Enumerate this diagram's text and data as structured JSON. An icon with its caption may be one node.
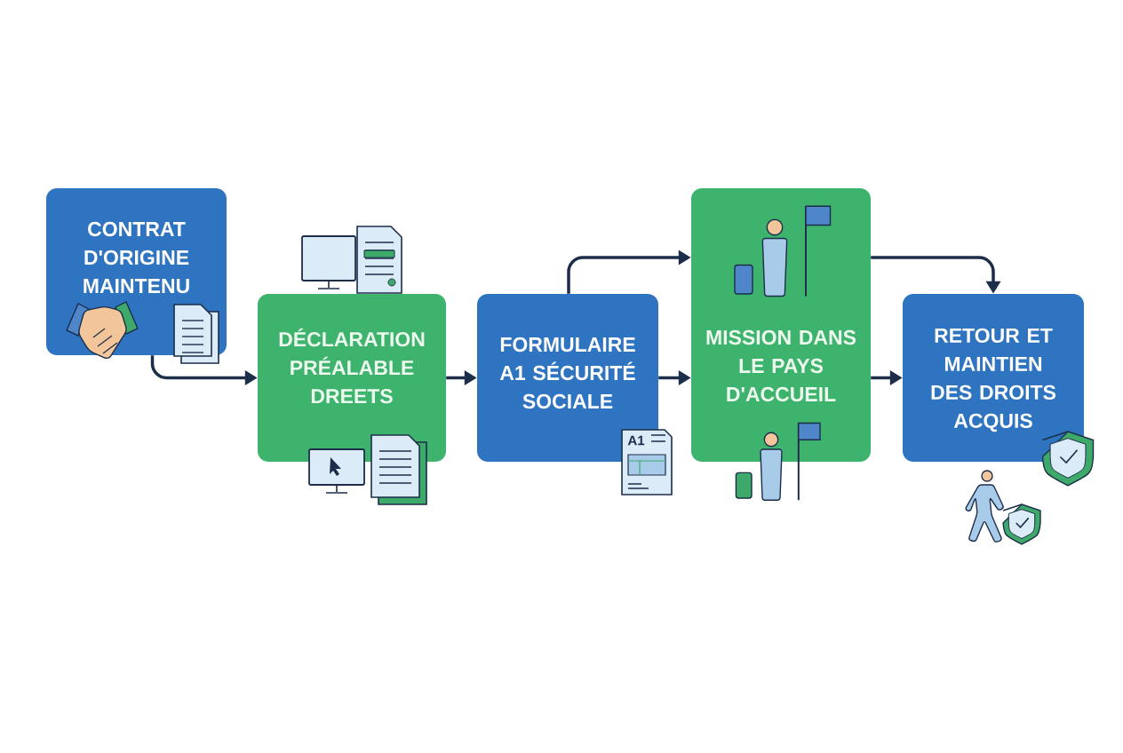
{
  "diagram": {
    "nodes": [
      {
        "text": [
          "CONTRAT D'ORIGINE MAINTENU"
        ]
      },
      {
        "text": [
          "DÉCLARATION PRÉALABLE DREETS"
        ]
      },
      {
        "text": [
          "FORMULAIRE A1 SÉCURITÉ SOCIALE"
        ]
      },
      {
        "text": [
          "MISSION DANS LE PAYS D'ACCUEIL"
        ]
      },
      {
        "text": [
          "RETOUR ET MAINTIEN DES DROITS ACQUIS"
        ]
      }
    ],
    "edges": [
      {
        "from": 0,
        "to": 1,
        "arrow": "to"
      },
      {
        "from": 1,
        "to": 2,
        "arrow": "to"
      },
      {
        "from": 2,
        "to": 3,
        "arrow": "to"
      },
      {
        "from": 2,
        "to": 3,
        "arrow": "to"
      },
      {
        "from": 3,
        "to": 4,
        "arrow": "to"
      },
      {
        "from": 3,
        "to": 4,
        "arrow": "to"
      }
    ],
    "labels": [
      "A1"
    ]
  }
}
